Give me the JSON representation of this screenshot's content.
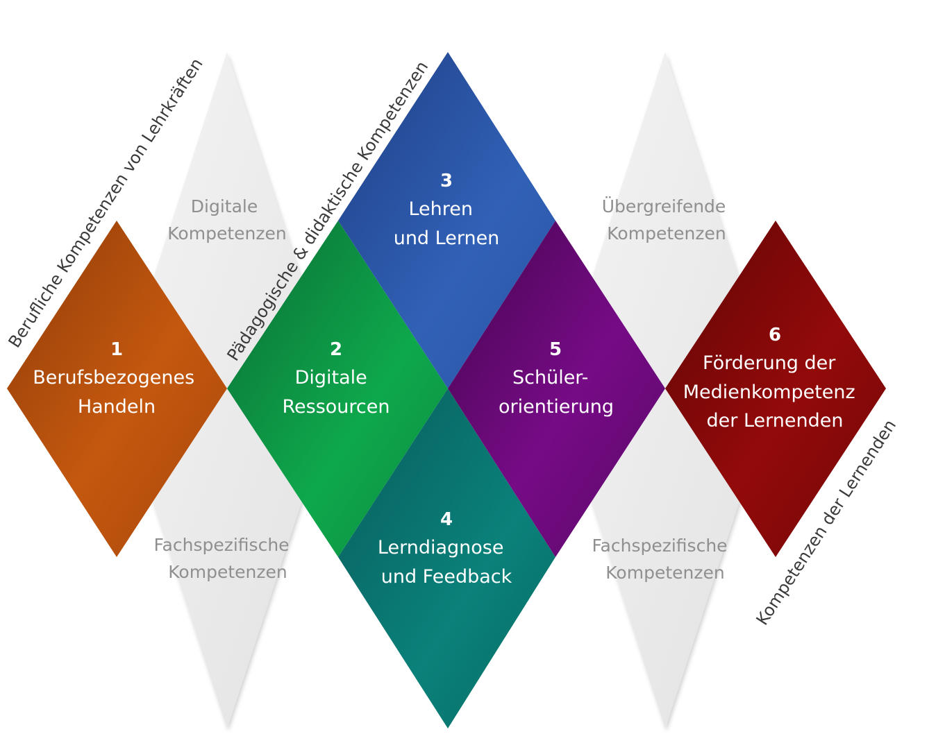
{
  "diagonal_labels": {
    "teachers": "Berufliche Kompetenzen von Lehrkräften",
    "pedagogical": "Pädagogische & didaktische Kompetenzen",
    "learners": "Kompetenzen der Lernenden"
  },
  "grey_areas": {
    "digital": [
      "Digitale",
      "Kompetenzen"
    ],
    "subject_left": [
      "Fachspezifische",
      "Kompetenzen"
    ],
    "overarching": [
      "Übergreifende",
      "Kompetenzen"
    ],
    "subject_right": [
      "Fachspezifische",
      "Kompetenzen"
    ]
  },
  "areas": [
    {
      "number": "1",
      "lines": [
        "Berufsbezogenes",
        "Handeln"
      ],
      "color": "#c0560f"
    },
    {
      "number": "2",
      "lines": [
        "Digitale",
        "Ressourcen"
      ],
      "color": "#0e9e48"
    },
    {
      "number": "3",
      "lines": [
        "Lehren",
        "und Lernen"
      ],
      "color": "#2e58aa"
    },
    {
      "number": "4",
      "lines": [
        "Lerndiagnose",
        "und Feedback"
      ],
      "color": "#087a73"
    },
    {
      "number": "5",
      "lines": [
        "Schüler-",
        "orientierung"
      ],
      "color": "#6e0a7c"
    },
    {
      "number": "6",
      "lines": [
        "Förderung der",
        "Medienkompetenz",
        "der Lernenden"
      ],
      "color": "#8e0909"
    }
  ]
}
